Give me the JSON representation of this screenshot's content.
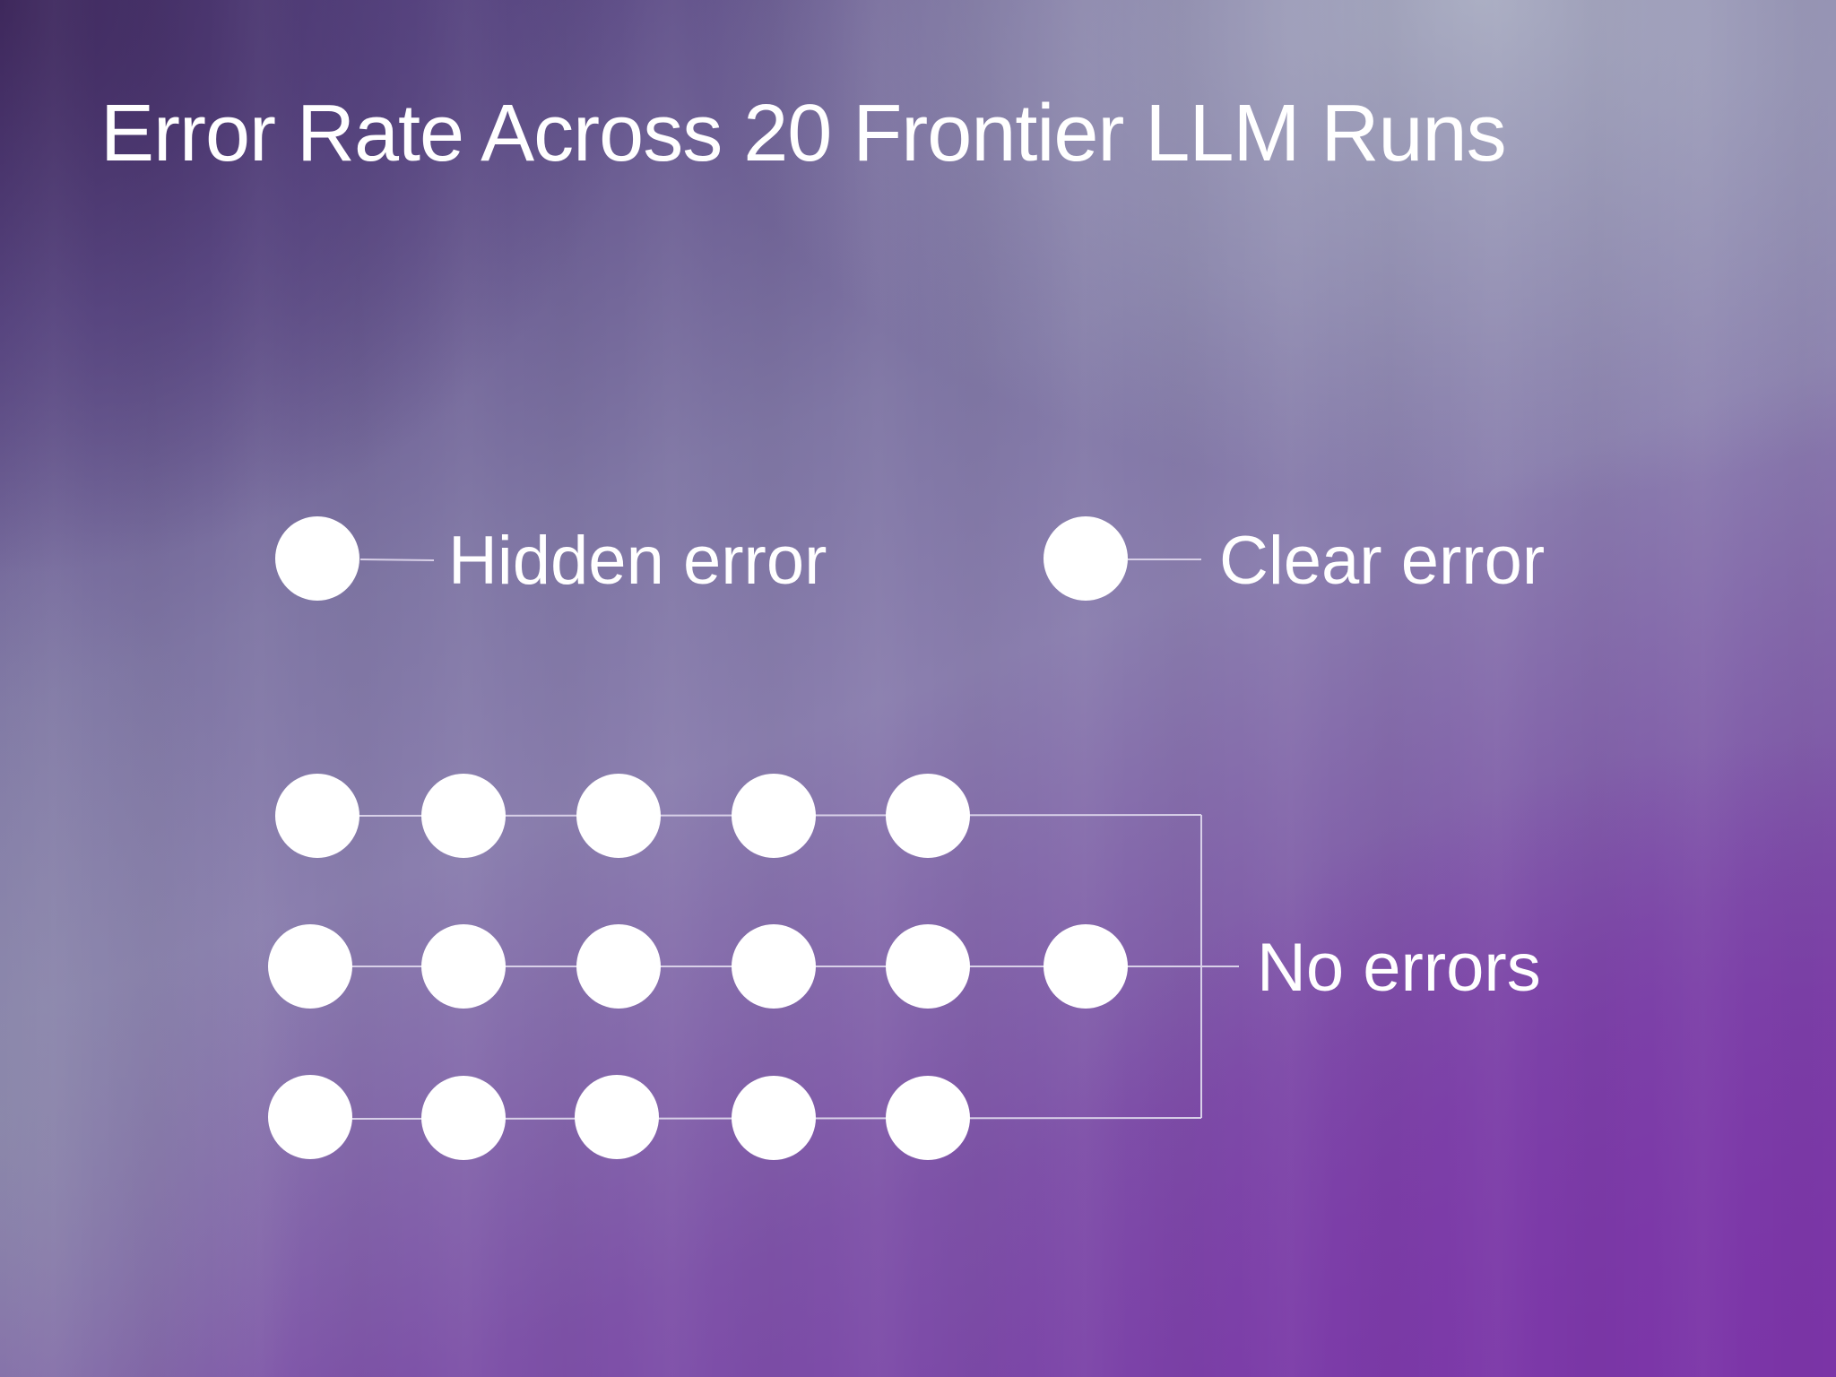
{
  "title": "Error Rate Across 20 Frontier LLM Runs",
  "legend": {
    "hidden_error": "Hidden error",
    "clear_error": "Clear error"
  },
  "group_label": "No errors",
  "colors": {
    "dot": "#ffffff",
    "connector": "#d8d0e8"
  },
  "counts": {
    "no_errors": 16
  },
  "rows": [
    {
      "name": "row-1",
      "dots": 5
    },
    {
      "name": "row-2",
      "dots": 6
    },
    {
      "name": "row-3",
      "dots": 5
    }
  ]
}
